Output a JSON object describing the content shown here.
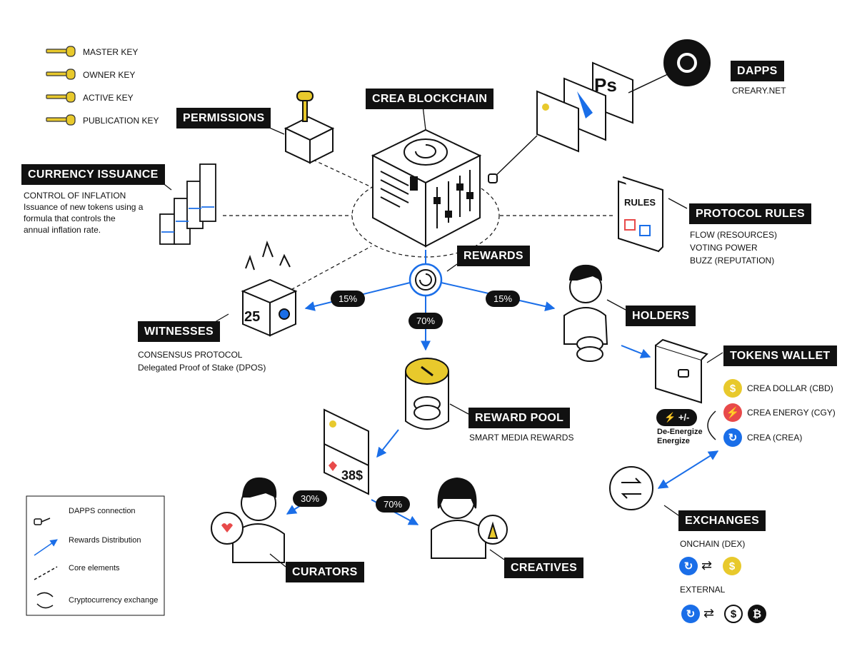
{
  "keys": [
    "MASTER KEY",
    "OWNER KEY",
    "ACTIVE KEY",
    "PUBLICATION KEY"
  ],
  "nodes": {
    "blockchain": "CREA BLOCKCHAIN",
    "permissions": "PERMISSIONS",
    "dapps": "DAPPS",
    "dapps_sub": "CREARY.NET",
    "currency": "CURRENCY ISSUANCE",
    "currency_sub_title": "CONTROL OF INFLATION",
    "currency_sub_1": "Issuance of new tokens using a",
    "currency_sub_2": "formula that controls the",
    "currency_sub_3": "annual inflation rate.",
    "protocol": "PROTOCOL RULES",
    "protocol_sub": [
      "FLOW (RESOURCES)",
      "VOTING POWER",
      "BUZZ (REPUTATION)"
    ],
    "rewards": "REWARDS",
    "witnesses": "WITNESSES",
    "witnesses_sub_1": "CONSENSUS PROTOCOL",
    "witnesses_sub_2": "Delegated Proof of Stake (DPOS)",
    "holders": "HOLDERS",
    "wallet": "TOKENS WALLET",
    "reward_pool": "REWARD POOL",
    "reward_pool_sub": "SMART MEDIA REWARDS",
    "curators": "CURATORS",
    "creatives": "CREATIVES",
    "exchanges": "EXCHANGES",
    "onchain": "ONCHAIN (DEX)",
    "external": "EXTERNAL"
  },
  "percentages": {
    "witnesses": "15%",
    "holders": "15%",
    "pool": "70%",
    "curators": "30%",
    "creatives": "70%"
  },
  "tokens": [
    "CREA DOLLAR (CBD)",
    "CREA ENERGY (CGY)",
    "CREA (CREA)"
  ],
  "energize": {
    "badge": "+/-",
    "line1": "De-Energize",
    "line2": "Energize"
  },
  "illustration": {
    "ballot_number": "25",
    "price": "38$",
    "rules_sign": "RULES",
    "ps_text": "Ps",
    "external_coins": [
      "$",
      "₿"
    ],
    "cbd_symbol": "$"
  },
  "legend": [
    "DAPPS connection",
    "Rewards Distribution",
    "Core elements",
    "Cryptocurrency exchange"
  ],
  "colors": {
    "blue": "#1a6ee8",
    "gold": "#e8c92c",
    "red": "#e84a4a",
    "black": "#111111"
  }
}
